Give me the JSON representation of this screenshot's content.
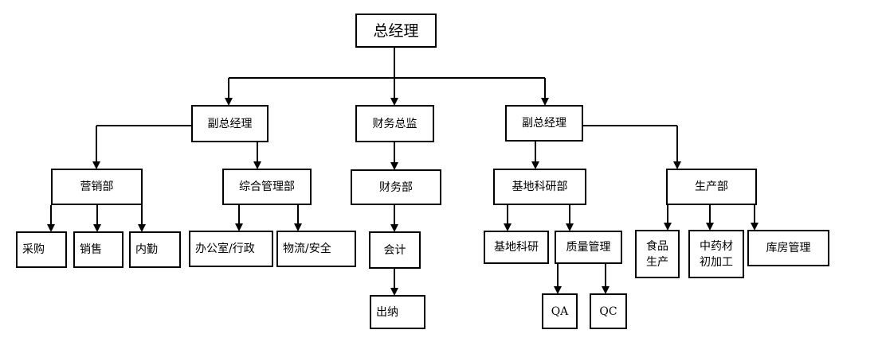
{
  "org_chart": {
    "ceo": "总经理",
    "vp_left": "副总经理",
    "finance_director": "财务总监",
    "vp_right": "副总经理",
    "marketing_dept": "营销部",
    "general_mgmt_dept": "综合管理部",
    "finance_dept": "财务部",
    "research_dept": "基地科研部",
    "production_dept": "生产部",
    "procurement": "采购",
    "sales": "销售",
    "internal_service": "内勤",
    "office_admin": "办公室/行政",
    "logistics_safety": "物流/安全",
    "accounting": "会计",
    "cashier": "出纳",
    "base_research": "基地科研",
    "quality_mgmt": "质量管理",
    "qa": "QA",
    "qc": "QC",
    "food_production_line1": "食品",
    "food_production_line2": "生产",
    "herb_processing_line1": "中药材",
    "herb_processing_line2": "初加工",
    "warehouse_mgmt": "库房管理"
  }
}
